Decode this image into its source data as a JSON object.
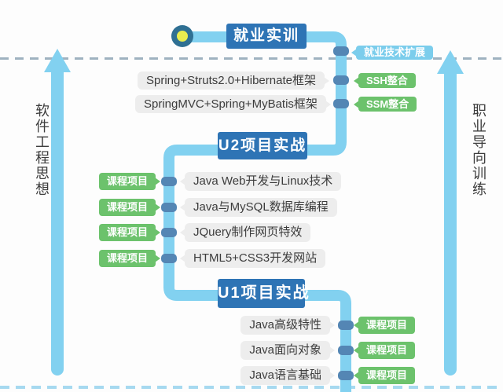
{
  "rails": {
    "left": "软件工程思想",
    "right": "职业导向训练"
  },
  "nodes": {
    "top": "就业实训",
    "extension": "就业技术扩展",
    "u2": "U2项目实战",
    "u1": "U1项目实战"
  },
  "frameworks": [
    {
      "box": "Spring+Struts2.0+Hibernate框架",
      "badge": "SSH整合"
    },
    {
      "box": "SpringMVC+Spring+MyBatis框架",
      "badge": "SSM整合"
    }
  ],
  "u2_courses": [
    {
      "badge": "课程项目",
      "box": "Java Web开发与Linux技术"
    },
    {
      "badge": "课程项目",
      "box": "Java与MySQL数据库编程"
    },
    {
      "badge": "课程项目",
      "box": "JQuery制作网页特效"
    },
    {
      "badge": "课程项目",
      "box": "HTML5+CSS3开发网站"
    }
  ],
  "u1_courses": [
    {
      "box": "Java高级特性",
      "badge": "课程项目"
    },
    {
      "box": "Java面向对象",
      "badge": "课程项目"
    },
    {
      "box": "Java语言基础",
      "badge": "课程项目"
    }
  ],
  "colors": {
    "milestone_blue": "#2e74b5",
    "path_blue": "#82d1f0",
    "sky_badge": "#7bcdec",
    "green": "#6cc26c",
    "stub_blue": "#5486b4",
    "box_gray": "#ededed",
    "circle_ring": "#2f7093",
    "circle_core": "#e9ed4f",
    "dash_top": "#9fb2c0",
    "dash_bottom": "#a6d9f0"
  },
  "icons": {
    "start_marker": "start-circle",
    "up_arrows": "upward-arrow"
  }
}
